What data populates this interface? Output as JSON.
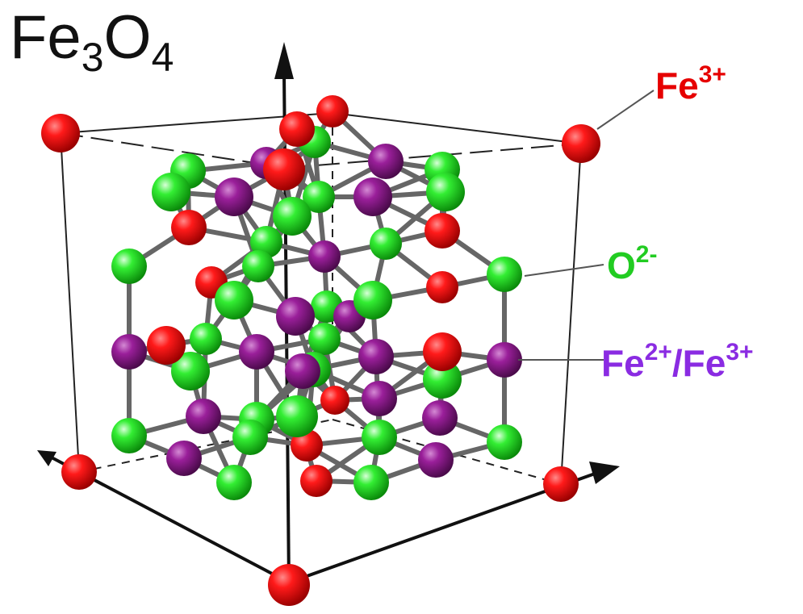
{
  "title": {
    "base1": "Fe",
    "sub1": "3",
    "base2": "O",
    "sub2": "4"
  },
  "legend": [
    {
      "key": "fe3",
      "base": "Fe",
      "sup": "3+",
      "color": "#e60000"
    },
    {
      "key": "o2",
      "base": "O",
      "sup": "2-",
      "color": "#22cc22"
    },
    {
      "key": "fe23",
      "base": "Fe",
      "sup": "2+",
      "slash": "/Fe",
      "sup2": "3+",
      "color": "#8a2be2"
    }
  ],
  "colors": {
    "fe3": "#e60000",
    "o2": "#22dd22",
    "fe23": "#8b1a8b",
    "bond": "#666666",
    "frame": "#222222",
    "axis": "#111111"
  }
}
